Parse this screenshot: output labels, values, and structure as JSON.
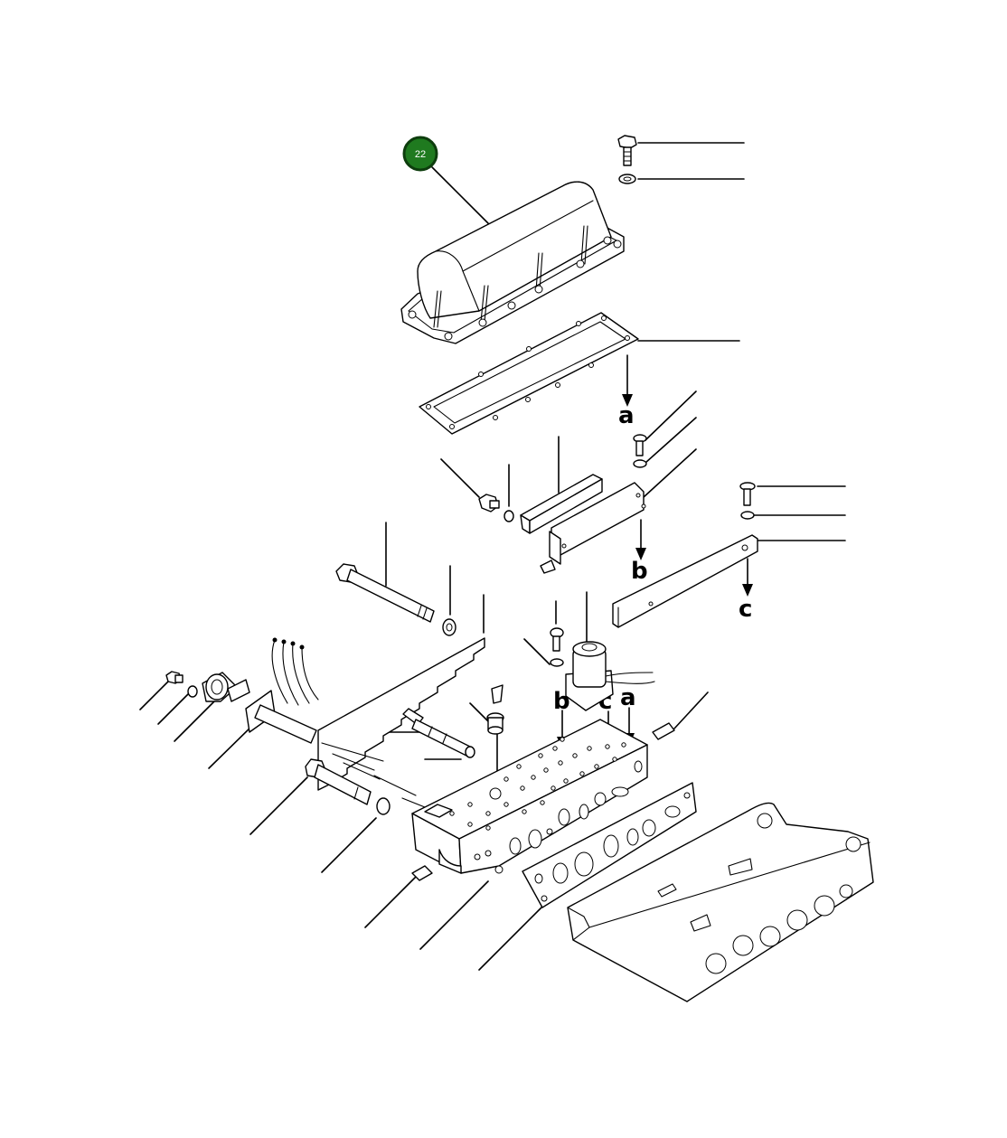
{
  "callout": {
    "label": "22",
    "color": "#1f7a1f"
  },
  "reference_letters": {
    "a_gasket": "a",
    "b_bracket": "b",
    "c_plate": "c",
    "b_block": "b",
    "c_block": "c",
    "a_block": "a"
  }
}
